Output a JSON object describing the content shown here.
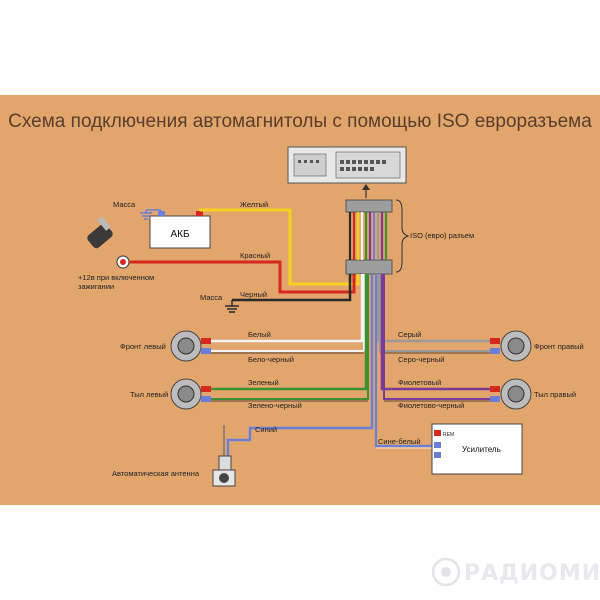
{
  "title": "Схема подключения автомагнитолы с помощью ISO евроразъема",
  "labels": {
    "massa_top": "Масса",
    "akb": "АКБ",
    "ignition": "+12в при включенном",
    "ignition2": "зажигании",
    "massa_mid": "Масса",
    "iso": "ISO (евро) разъем",
    "front_left": "Фронт левый",
    "rear_left": "Тыл левый",
    "front_right": "Фронт правый",
    "rear_right": "Тыл правый",
    "antenna": "Автоматическая антенна",
    "amplifier": "Усилитель",
    "amp_rem": "REM"
  },
  "wires": {
    "yellow": "Желтый",
    "red": "Красный",
    "black": "Черный",
    "white": "Белый",
    "white_black": "Бело-черный",
    "green": "Зеленый",
    "green_black": "Зелено-черный",
    "blue": "Синий",
    "grey": "Серый",
    "grey_black": "Серо-черный",
    "violet": "Фиолетовый",
    "violet_black": "Фиолетово-черный",
    "blue_white": "Сине-белый"
  },
  "watermark": "РАДИОМИР",
  "colors": {
    "panel": "#e2a56c",
    "yellow": "#f5d21e",
    "red": "#d6281e",
    "black": "#2a2a2a",
    "white": "#f4f4f4",
    "green": "#3e8f2f",
    "grey": "#9a9a9a",
    "violet": "#7a3b97",
    "blue": "#6a80d8"
  }
}
